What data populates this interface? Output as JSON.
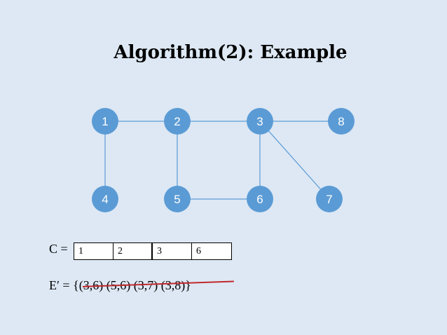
{
  "slide": {
    "title": "Algorithm(2): Example"
  },
  "graph": {
    "nodes": [
      {
        "id": "1",
        "label": "1"
      },
      {
        "id": "2",
        "label": "2"
      },
      {
        "id": "3",
        "label": "3"
      },
      {
        "id": "8",
        "label": "8"
      },
      {
        "id": "4",
        "label": "4"
      },
      {
        "id": "5",
        "label": "5"
      },
      {
        "id": "6",
        "label": "6"
      },
      {
        "id": "7",
        "label": "7"
      }
    ],
    "edges": [
      [
        "1",
        "2"
      ],
      [
        "2",
        "3"
      ],
      [
        "3",
        "8"
      ],
      [
        "1",
        "4"
      ],
      [
        "2",
        "5"
      ],
      [
        "3",
        "6"
      ],
      [
        "5",
        "6"
      ],
      [
        "3",
        "7"
      ]
    ],
    "node_color": "#5b9bd5",
    "edge_color": "#5b9bd5",
    "label_color": "#ffffff"
  },
  "cover": {
    "label": "C =",
    "cells": [
      "1",
      "2",
      "3",
      "6"
    ]
  },
  "edge_set": {
    "prefix": "E′ = ",
    "items": "{(3,6) (5,6) (3,7) (3,8)}",
    "strike_color": "#c0292b"
  }
}
